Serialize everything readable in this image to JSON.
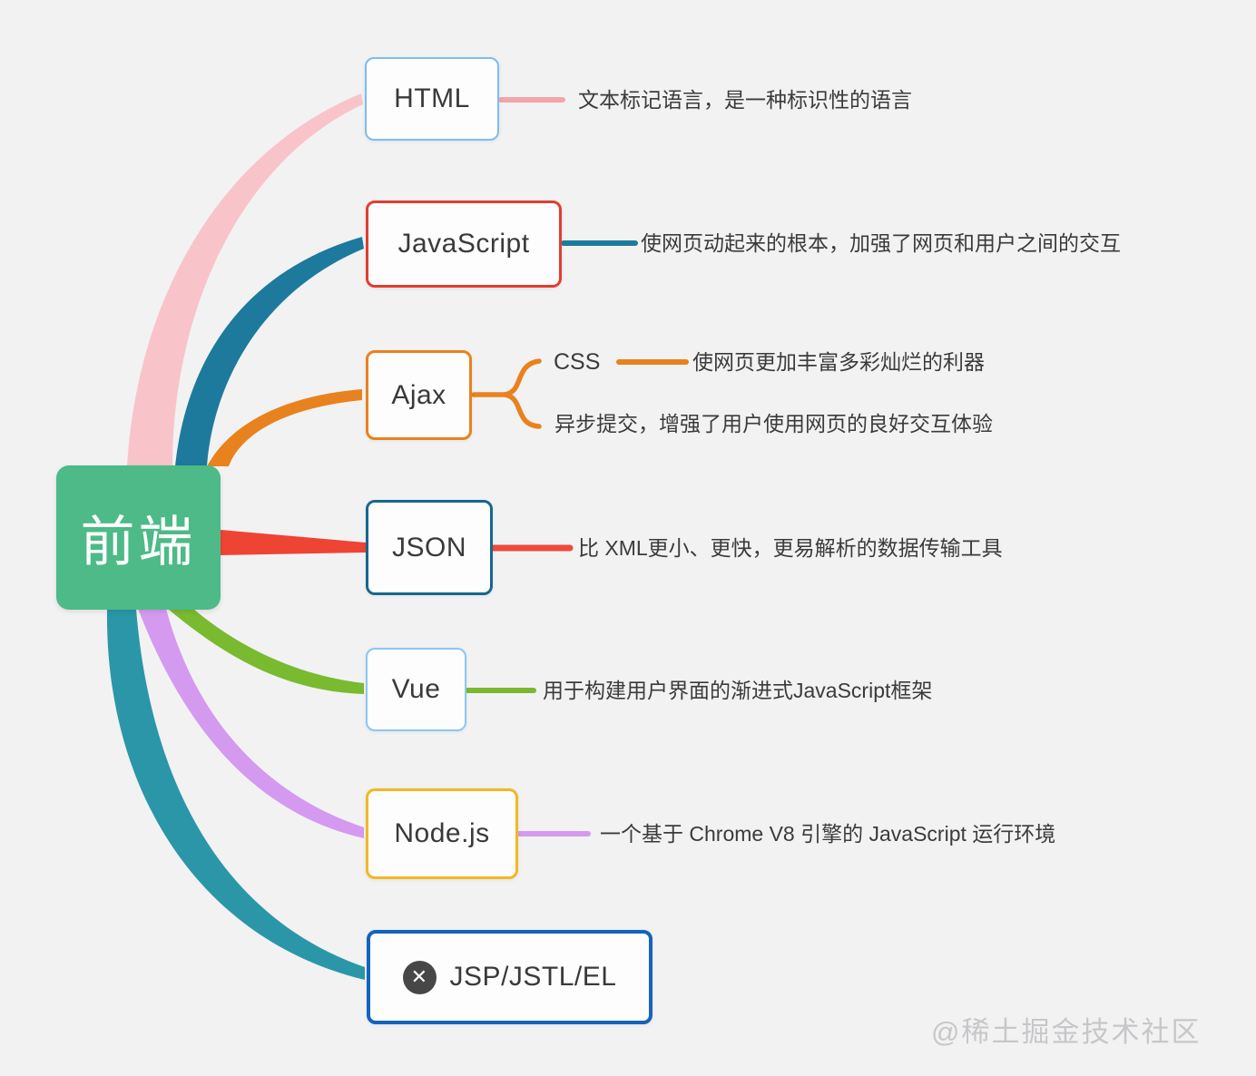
{
  "canvas": {
    "background": "#f2f2f3"
  },
  "watermark": {
    "text": "@稀土掘金技术社区"
  },
  "root": {
    "label": "前端",
    "color": "#4dba87"
  },
  "branches": [
    {
      "id": "html",
      "label": "HTML",
      "border_color": "#7cbef2",
      "curve_color": "#f9c4c9",
      "line_color": "#f3a5a9",
      "desc": "文本标记语言，是一种标识性的语言"
    },
    {
      "id": "javascript",
      "label": "JavaScript",
      "border_color": "#e23d30",
      "curve_color": "#1d7a9c",
      "line_color": "#1d7a9c",
      "desc": "使网页动起来的根本，加强了网页和用户之间的交互"
    },
    {
      "id": "ajax",
      "label": "Ajax",
      "border_color": "#e8821e",
      "curve_color": "#e8821e",
      "line_color": "#e8821e",
      "children": [
        {
          "label": "CSS",
          "desc": "使网页更加丰富多彩灿烂的利器"
        },
        {
          "desc": "异步提交，增强了用户使用网页的良好交互体验"
        }
      ]
    },
    {
      "id": "json",
      "label": "JSON",
      "border_color": "#15688d",
      "curve_color": "#ee4434",
      "line_color": "#ef4b3b",
      "desc": "比 XML更小、更快，更易解析的数据传输工具"
    },
    {
      "id": "vue",
      "label": "Vue",
      "border_color": "#8ac6f5",
      "curve_color": "#79ba30",
      "line_color": "#7ab82f",
      "desc": "用于构建用户界面的渐进式JavaScript框架"
    },
    {
      "id": "nodejs",
      "label": "Node.js",
      "border_color": "#f2b822",
      "curve_color": "#d49aef",
      "line_color": "#d49aef",
      "desc": "一个基于 Chrome V8 引擎的 JavaScript 运行环境"
    },
    {
      "id": "jsp",
      "label": "JSP/JSTL/EL",
      "border_color": "#1563bd",
      "curve_color": "#2b96a8",
      "line_color": "#2b96a8",
      "icon": "x-circle-icon",
      "icon_glyph": "✕"
    }
  ]
}
